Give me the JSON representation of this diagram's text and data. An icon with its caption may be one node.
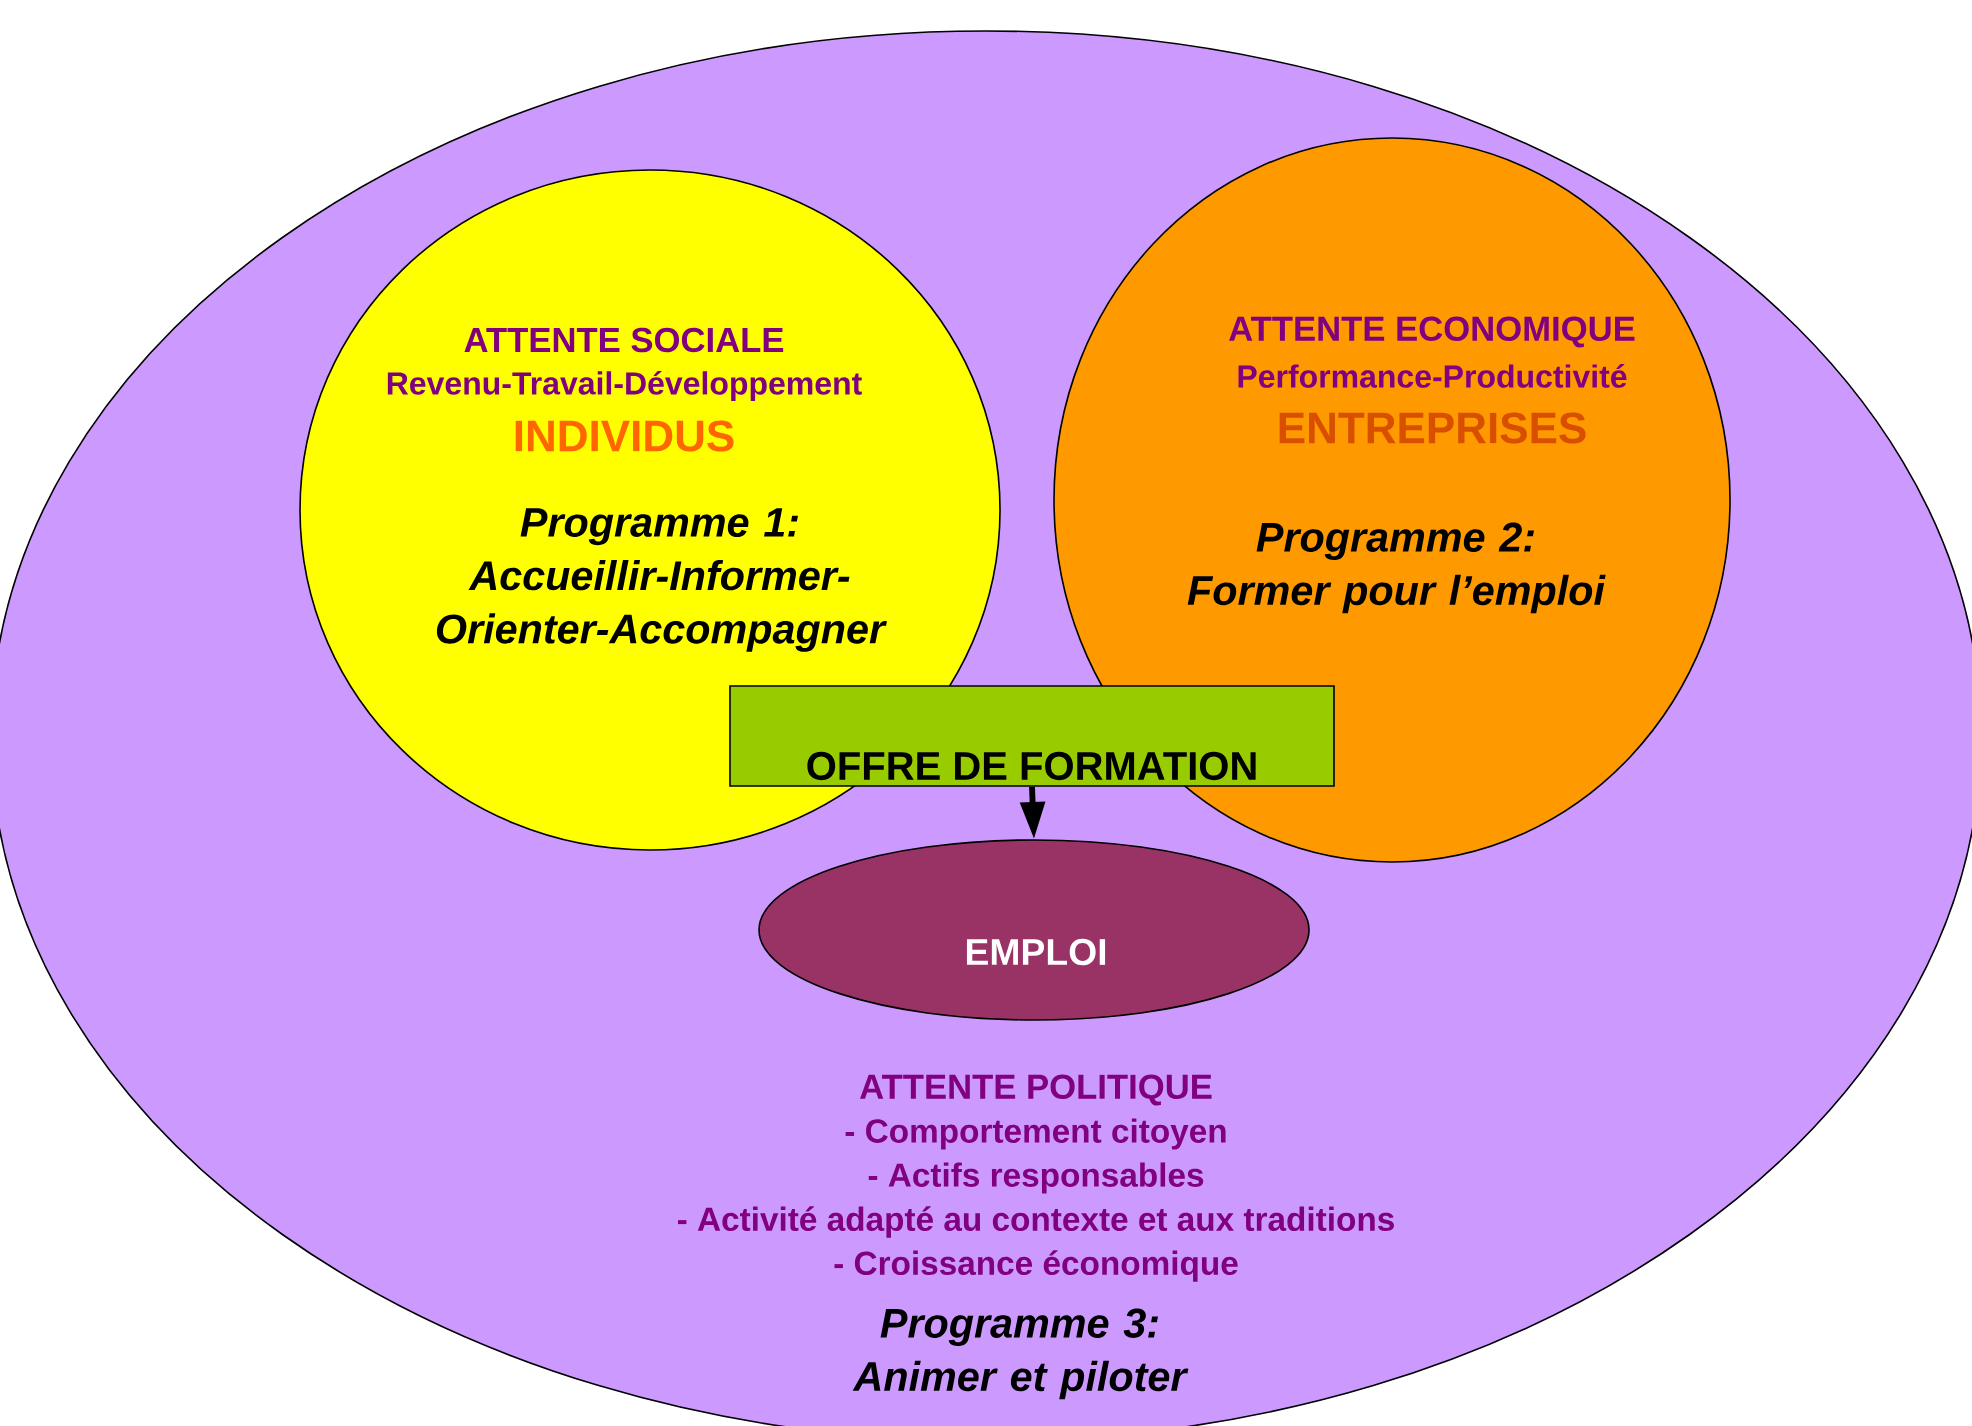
{
  "diagram": {
    "nodes": [
      {
        "text": [
          "ATTENTE POLITIQUE",
          "- Comportement citoyen",
          "- Actifs responsables",
          "- Activité adapté au contexte et  aux traditions",
          "- Croissance économique",
          "Programme 3: Animer et piloter"
        ]
      },
      {
        "text": [
          "ATTENTE SOCIALE",
          "Revenu-Travail-Développement",
          "INDIVIDUS",
          "Programme 1: Accueillir-Informer-Orienter-Accompagner"
        ],
        "in": 0
      },
      {
        "text": [
          "ATTENTE ECONOMIQUE",
          "Performance-Productivité",
          "ENTREPRISES",
          "Programme 2: Former pour l’emploi"
        ],
        "in": 0
      },
      {
        "text": [
          "OFFRE DE FORMATION"
        ],
        "in": 0
      },
      {
        "text": [
          "EMPLOI"
        ],
        "in": 0
      }
    ],
    "edges": [
      {
        "from": 3,
        "to": 4,
        "arrow": "to"
      }
    ]
  }
}
